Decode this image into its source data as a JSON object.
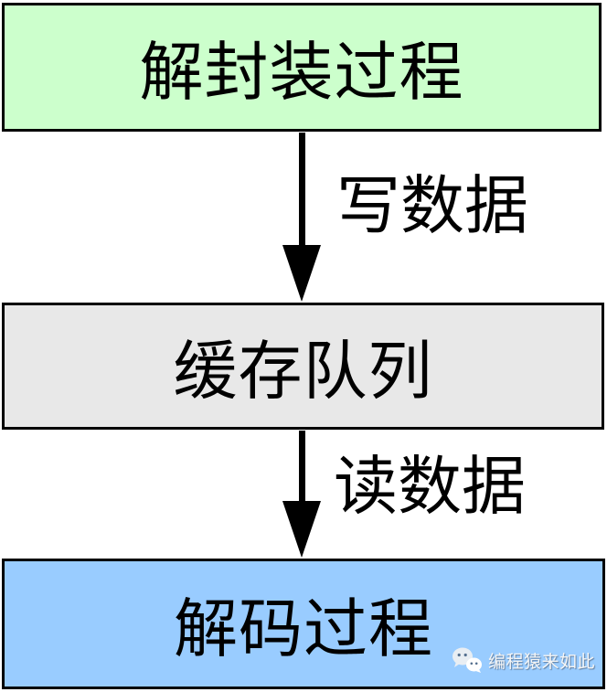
{
  "diagram": {
    "type": "flowchart",
    "direction": "top-down",
    "nodes": [
      {
        "id": "demux",
        "label": "解封装过程",
        "fill": "#CCFFCC",
        "border_color": "#000000"
      },
      {
        "id": "buffer",
        "label": "缓存队列",
        "fill": "#E8E8E8",
        "border_color": "#000000"
      },
      {
        "id": "decode",
        "label": "解码过程",
        "fill": "#99CCFF",
        "border_color": "#000000"
      }
    ],
    "edges": [
      {
        "from": "demux",
        "to": "buffer",
        "label": "写数据",
        "arrow_color": "#000000"
      },
      {
        "from": "buffer",
        "to": "decode",
        "label": "读数据",
        "arrow_color": "#000000"
      }
    ]
  },
  "watermark": {
    "icon": "wechat-icon",
    "text": "编程猿来如此",
    "text_color": "#f5f5f5"
  }
}
